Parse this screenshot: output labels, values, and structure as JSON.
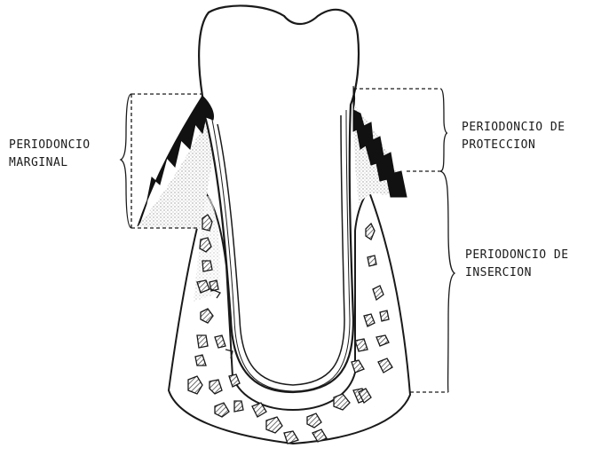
{
  "labels": {
    "marginal": [
      "PERIODONCIO",
      "MARGINAL"
    ],
    "proteccion": [
      "PERIODONCIO DE",
      "PROTECCION"
    ],
    "insercion": [
      "PERIODONCIO DE",
      "INSERCION"
    ]
  },
  "colors": {
    "ink": "#1a1a1a",
    "gingiva_fill": "#111111",
    "stipple": "#c8c8c8",
    "bone_hatch": "#333333"
  }
}
